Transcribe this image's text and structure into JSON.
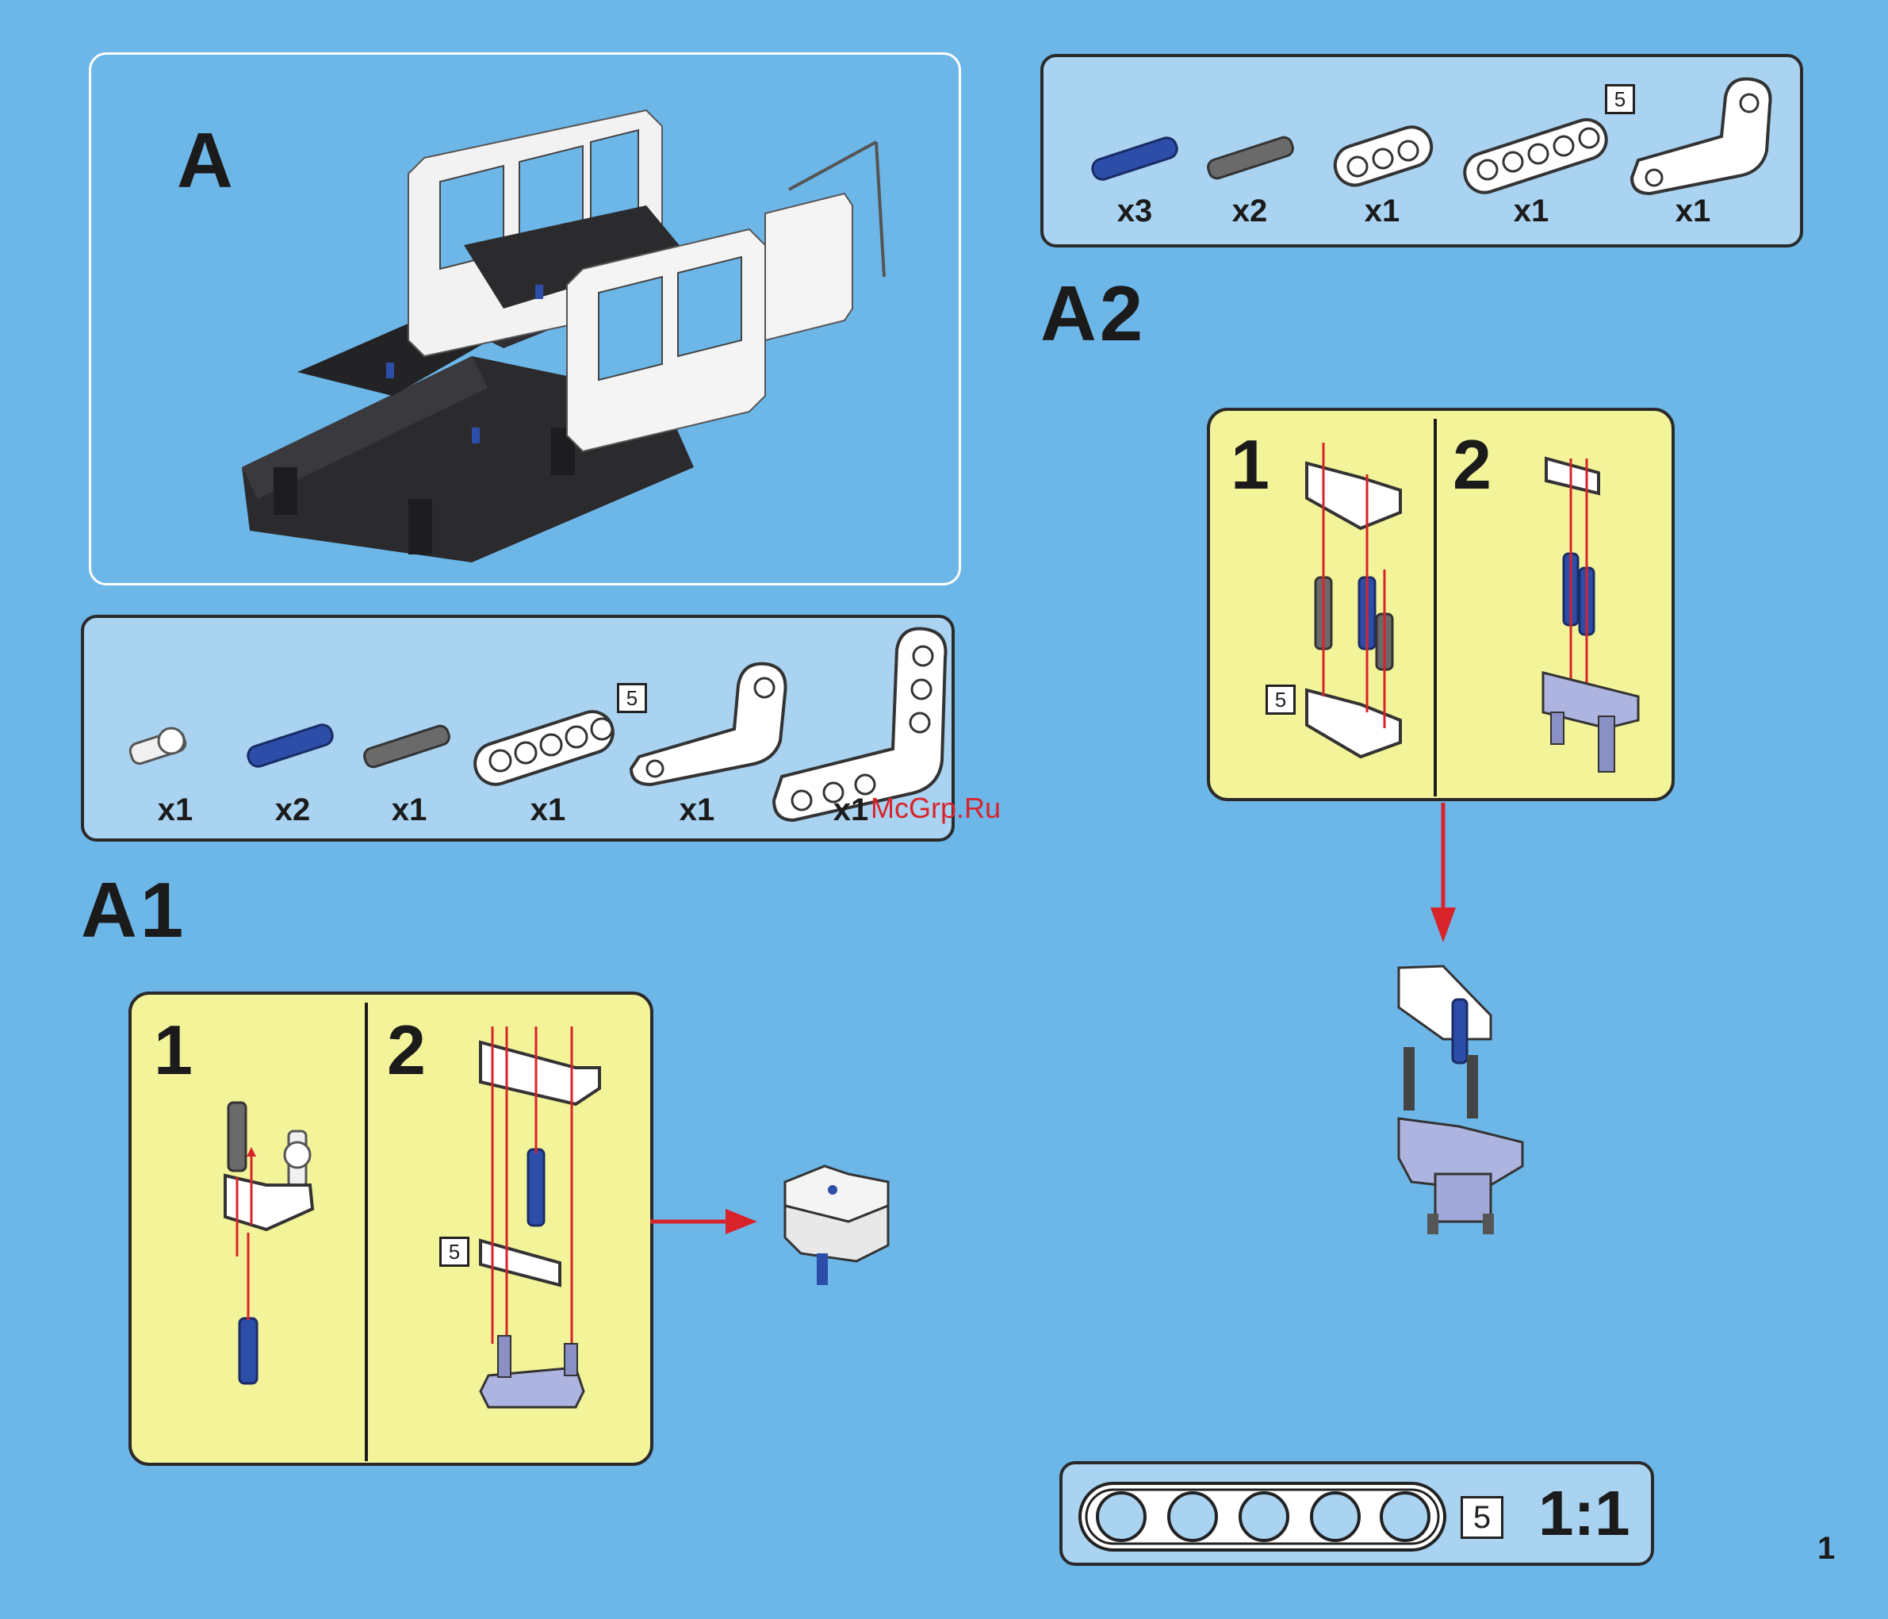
{
  "sections": {
    "overview_label": "A",
    "a1_label": "A1",
    "a2_label": "A2"
  },
  "a1_parts": [
    {
      "icon": "bush-connector-icon",
      "qty": "x1"
    },
    {
      "icon": "blue-pin-icon",
      "qty": "x2"
    },
    {
      "icon": "grey-axle-pin-icon",
      "qty": "x1"
    },
    {
      "icon": "beam-5-icon",
      "qty": "x1",
      "length": "5"
    },
    {
      "icon": "l-beam-small-icon",
      "qty": "x1"
    },
    {
      "icon": "l-beam-large-icon",
      "qty": "x1"
    }
  ],
  "a2_parts": [
    {
      "icon": "blue-pin-icon",
      "qty": "x3"
    },
    {
      "icon": "grey-axle-pin-icon",
      "qty": "x2"
    },
    {
      "icon": "beam-3-icon",
      "qty": "x1"
    },
    {
      "icon": "beam-5-icon",
      "qty": "x1",
      "length": "5"
    },
    {
      "icon": "l-beam-icon",
      "qty": "x1"
    }
  ],
  "a1_steps": {
    "step1": "1",
    "step2": "2",
    "len_label": "5"
  },
  "a2_steps": {
    "step1": "1",
    "step2": "2",
    "len_label": "5"
  },
  "scale_ruler": {
    "length": "5",
    "ratio": "1:1"
  },
  "watermark": "McGrp.Ru",
  "page_number": "1",
  "colors": {
    "background": "#6db6e8",
    "parts_box": "#a9d3f1",
    "step_box": "#f3f39a",
    "arrow": "#d9232a",
    "pin_blue": "#2d4ea8",
    "pin_grey": "#6a6a6a"
  }
}
